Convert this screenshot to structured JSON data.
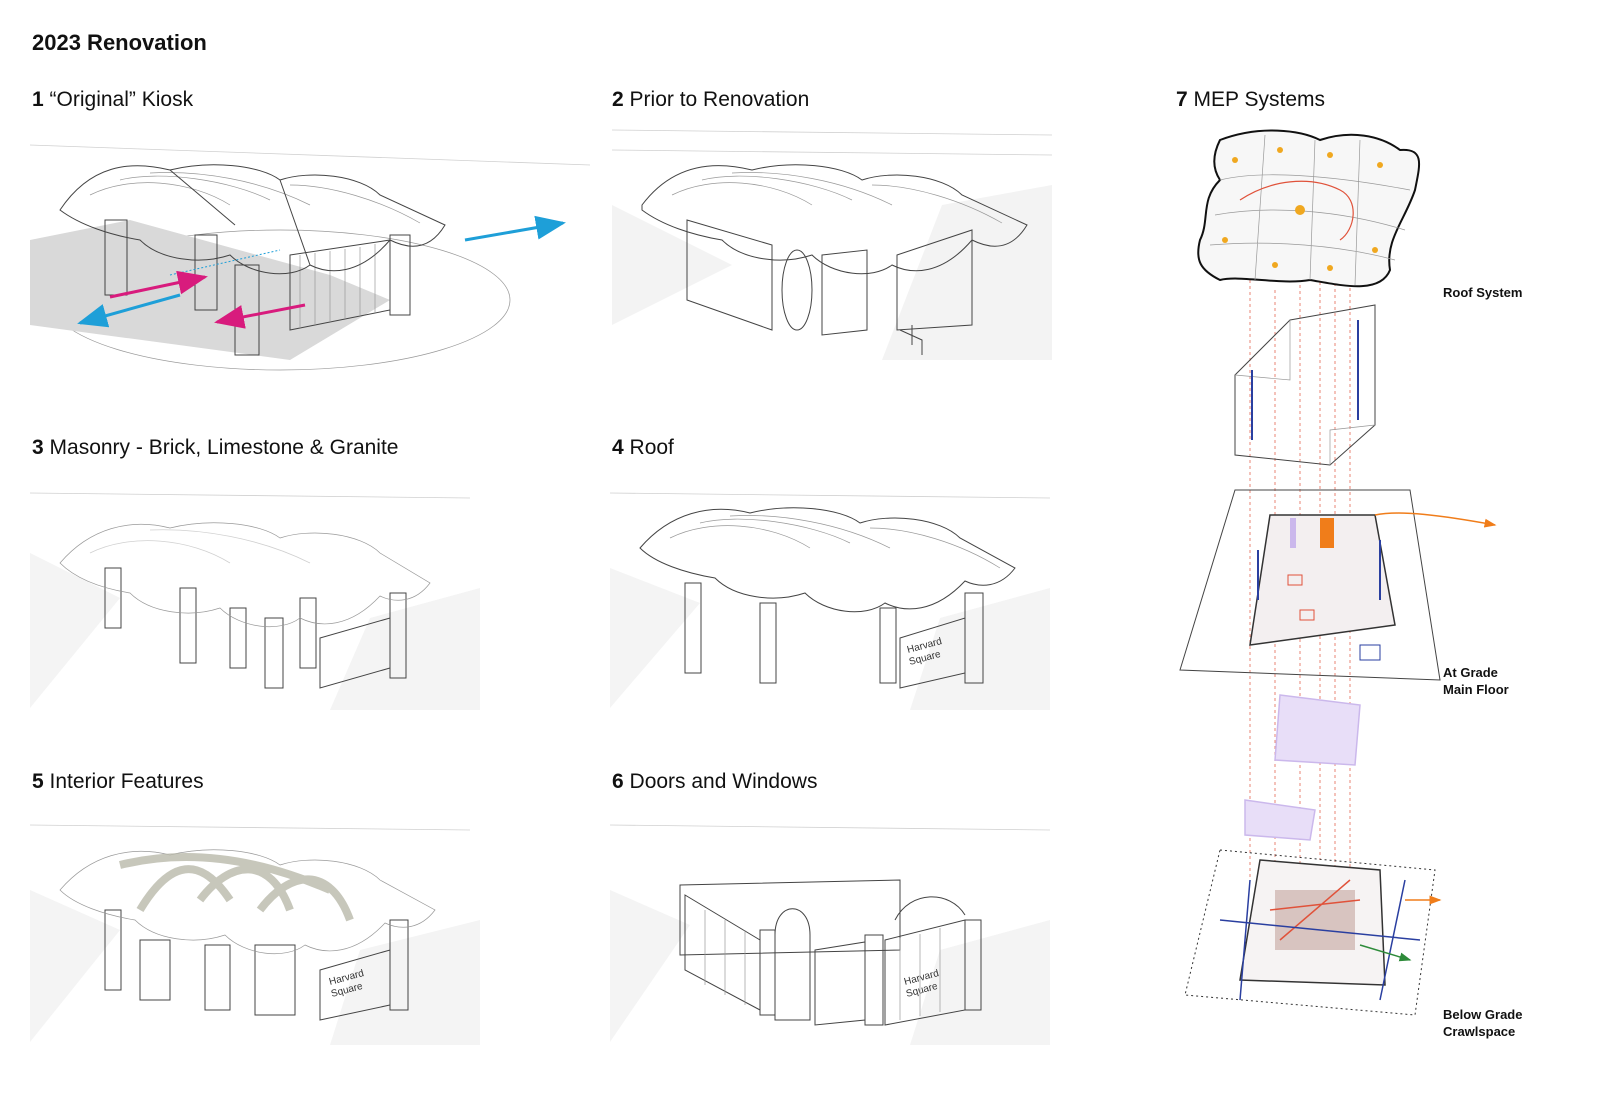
{
  "page": {
    "title": "2023 Renovation"
  },
  "panels": [
    {
      "number": "1",
      "label": "“Original” Kiosk"
    },
    {
      "number": "2",
      "label": "Prior to Renovation"
    },
    {
      "number": "3",
      "label": "Masonry - Brick, Limestone & Granite"
    },
    {
      "number": "4",
      "label": "Roof"
    },
    {
      "number": "5",
      "label": "Interior Features"
    },
    {
      "number": "6",
      "label": "Doors and Windows"
    },
    {
      "number": "7",
      "label": "MEP Systems"
    }
  ],
  "mep_layers": {
    "roof": "Roof System",
    "grade_line1": "At Grade",
    "grade_line2": "Main Floor",
    "below_line1": "Below Grade",
    "below_line2": "Crawlspace"
  },
  "signage": {
    "line1": "Harvard",
    "line2": "Square"
  },
  "colors": {
    "line": "#444444",
    "masonry_highlight": "#f2d6d6",
    "roof_highlight": "#d9dfcf",
    "flow_arrow_blue": "#1e9fd8",
    "flow_arrow_magenta": "#d81b7d",
    "mep_orange": "#f07d1a",
    "mep_blue": "#2a3fa0",
    "mep_purple": "#cbb8ec",
    "mep_green": "#2e8b3a",
    "mep_red_duct": "#e0523a"
  },
  "icons": [
    "arrow-right-icon",
    "arrow-left-icon"
  ]
}
